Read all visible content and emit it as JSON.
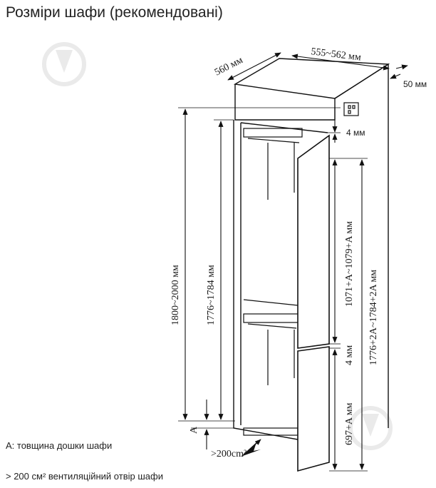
{
  "title": "Розміри шафи (рекомендовані)",
  "notes": {
    "a": "A: товщина дошки шафи",
    "b": "> 200 см² вентиляційний отвір шафи"
  },
  "dimensions": {
    "depth": "560 мм",
    "width": "555~562 мм",
    "back_gap": "50 мм",
    "top_gap": "4 мм",
    "niche_height": "1800~2000 мм",
    "inner_height": "1776~1784 мм",
    "upper_door": "1071+A~1079+A мм",
    "total_door": "1776+2A~1784+2A мм",
    "mid_gap": "4 мм",
    "lower_door": "697+A мм",
    "board": "A",
    "vent": ">200cm²"
  }
}
